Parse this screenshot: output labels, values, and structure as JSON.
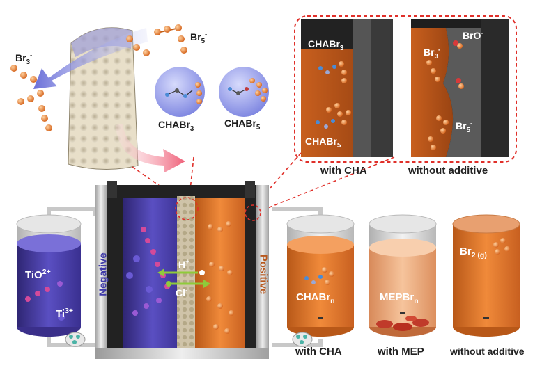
{
  "labels": {
    "br3_top": {
      "main": "Br",
      "sub": "3",
      "sup": "-"
    },
    "br5_top": {
      "main": "Br",
      "sub": "5",
      "sup": "-"
    },
    "chabr3_sphere": {
      "main": "CHABr",
      "sub": "3"
    },
    "chabr5_sphere": {
      "main": "CHABr",
      "sub": "5"
    },
    "inset_chabr3": {
      "main": "CHABr",
      "sub": "3"
    },
    "inset_chabr5": {
      "main": "CHABr",
      "sub": "5"
    },
    "inset_bro": {
      "main": "BrO",
      "sup": "-"
    },
    "inset_br3": {
      "main": "Br",
      "sub": "3",
      "sup": "-"
    },
    "inset_br5": {
      "main": "Br",
      "sub": "5",
      "sup": "-"
    },
    "tio": {
      "main": "TiO",
      "sup": "2+"
    },
    "ti3": {
      "main": "Ti",
      "sup": "3+"
    },
    "h_plus": {
      "main": "H",
      "sup": "+"
    },
    "cl_minus": {
      "main": "Cl",
      "sup": "-"
    },
    "negative": "Negative",
    "positive": "Positive",
    "chabrn": {
      "main": "CHABr",
      "sub": "n"
    },
    "mepbrn": {
      "main": "MEPBr",
      "sub": "n"
    },
    "br2g": {
      "main": "Br",
      "sub": "2 (g)"
    }
  },
  "captions": {
    "inset_with_cha": "with CHA",
    "inset_without": "without additive",
    "tank_with_cha": "with CHA",
    "tank_with_mep": "with MEP",
    "tank_without": "without additive"
  },
  "colors": {
    "negative_purple": "#4a3ea8",
    "positive_orange": "#e0712a",
    "membrane": "#cbbfa6",
    "frame_gray": "#cfcfcf",
    "dashed_red": "#e0302a",
    "molecule_orange": "#e8802c",
    "sphere_blue": "#8e96e8"
  }
}
